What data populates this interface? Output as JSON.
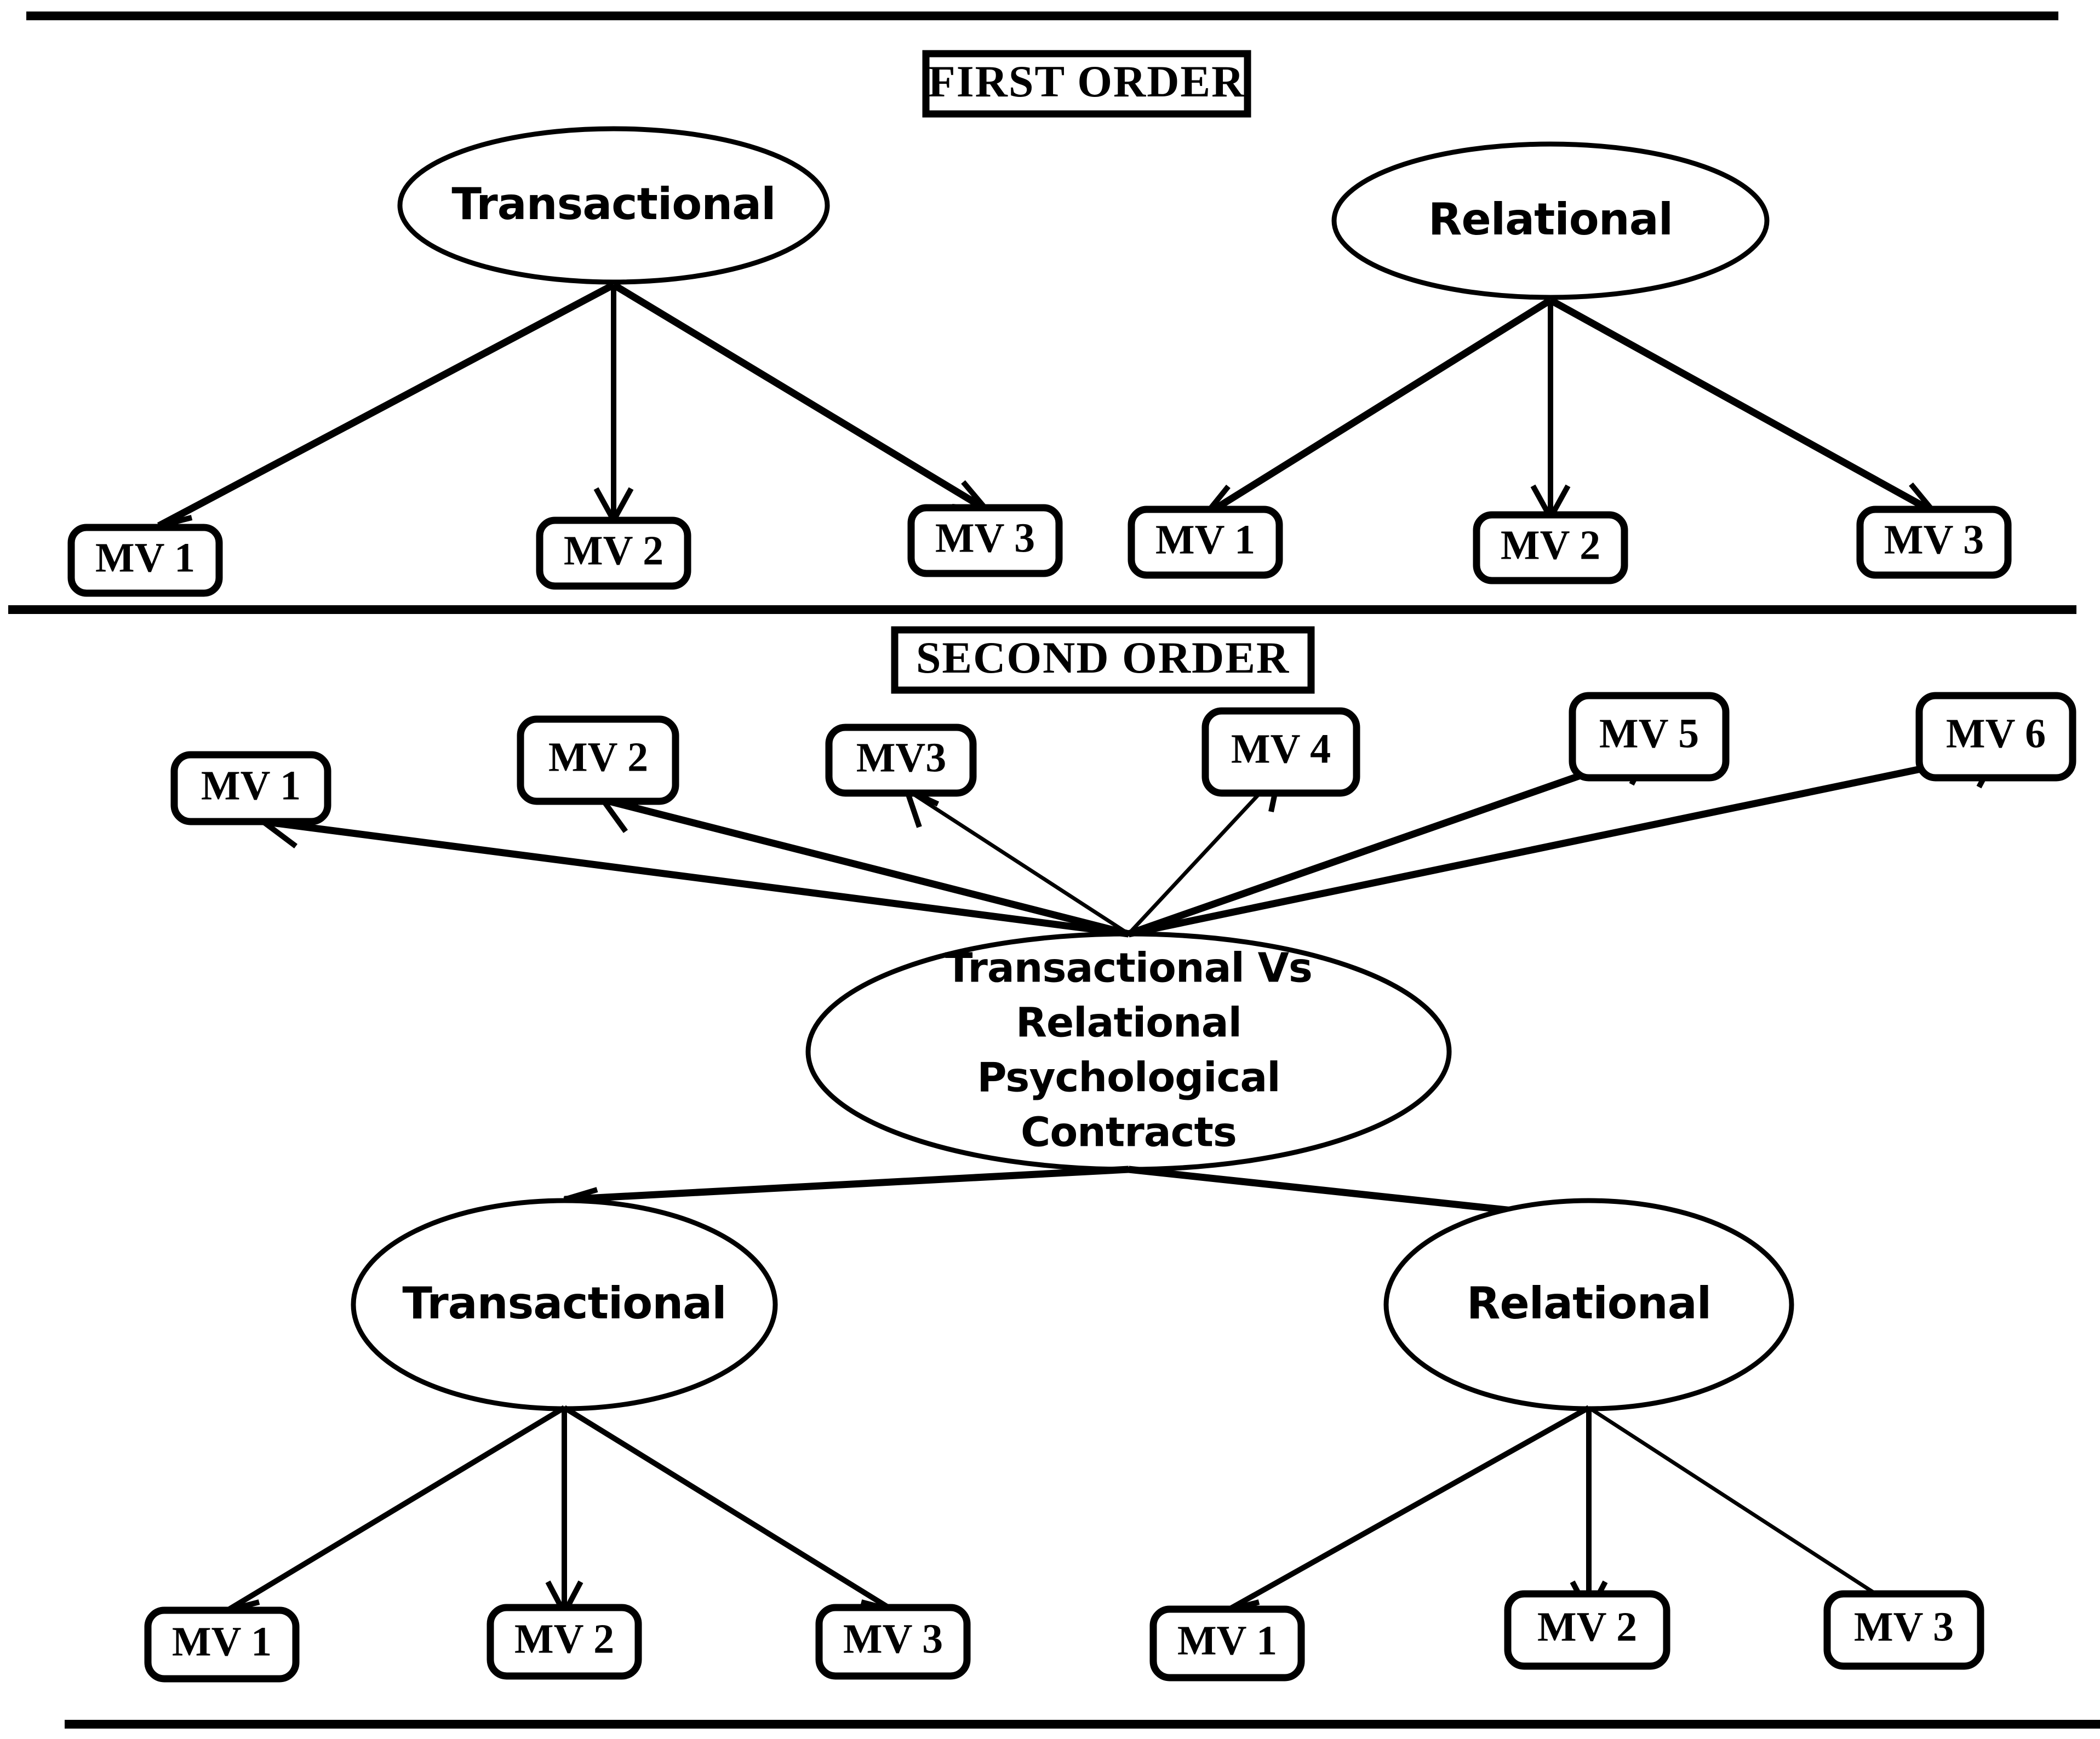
{
  "figure": {
    "background_color": "#ffffff",
    "line_color": "#000000",
    "sections": [
      {
        "id": "first-order",
        "title": "FIRST  ORDER"
      },
      {
        "id": "second-order",
        "title": "SECOND  ORDER"
      }
    ]
  },
  "first_order": {
    "title": "FIRST  ORDER",
    "constructs": [
      {
        "id": "transactional",
        "label": "Transactional",
        "indicators": [
          "MV 1",
          "MV 2",
          "MV 3"
        ]
      },
      {
        "id": "relational",
        "label": "Relational",
        "indicators": [
          "MV 1",
          "MV 2",
          "MV 3"
        ]
      }
    ]
  },
  "second_order": {
    "title": "SECOND  ORDER",
    "higher_order_construct": {
      "id": "transactional-vs-relational",
      "lines": [
        "Transactional Vs",
        "Relational",
        "Psychological",
        "Contracts"
      ],
      "label": "Transactional Vs Relational Psychological Contracts"
    },
    "higher_order_indicators": [
      "MV 1",
      "MV 2",
      "MV3",
      "MV 4",
      "MV 5",
      "MV 6"
    ],
    "lower_order_constructs": [
      {
        "id": "transactional",
        "label": "Transactional",
        "indicators": [
          "MV 1",
          "MV 2",
          "MV 3"
        ]
      },
      {
        "id": "relational",
        "label": "Relational",
        "indicators": [
          "MV 1",
          "MV 2",
          "MV 3"
        ]
      }
    ]
  },
  "labels": {
    "mv1": "MV 1",
    "mv2": "MV 2",
    "mv3": "MV 3",
    "mv3_nospace": "MV3",
    "mv4": "MV 4",
    "mv5": "MV 5",
    "mv6": "MV 6",
    "transactional": "Transactional",
    "relational": "Relational",
    "hoc_line1": "Transactional Vs",
    "hoc_line2": "Relational",
    "hoc_line3": "Psychological",
    "hoc_line4": "Contracts"
  }
}
